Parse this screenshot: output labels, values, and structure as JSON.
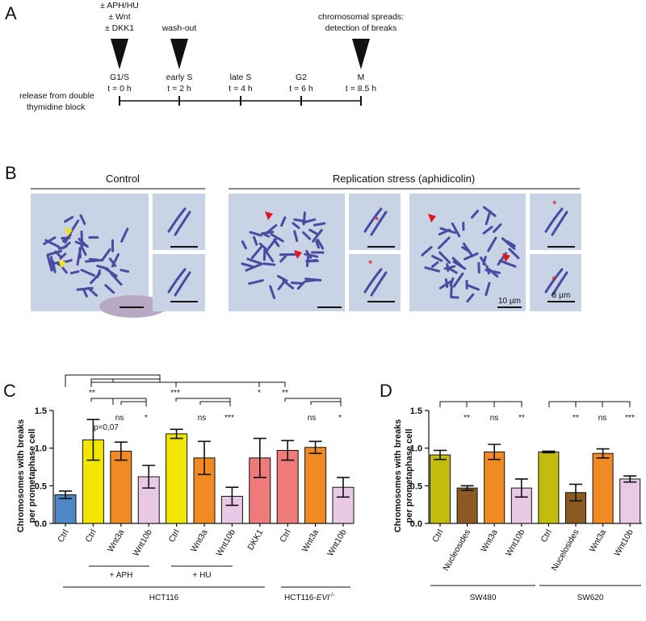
{
  "panel_a": {
    "label": "A",
    "treatments": [
      "± APH/HU",
      "± Wnt",
      "± DKK1"
    ],
    "washout": "wash-out",
    "spreads_line1": "chromosomal spreads:",
    "spreads_line2": "detection of breaks",
    "release_line1": "release from double",
    "release_line2": "thymidine block",
    "phases": [
      {
        "name": "G1/S",
        "time": "t = 0 h"
      },
      {
        "name": "early S",
        "time": "t = 2 h"
      },
      {
        "name": "late S",
        "time": "t = 4 h"
      },
      {
        "name": "G2",
        "time": "t = 6 h"
      },
      {
        "name": "M",
        "time": "t = 8.5 h"
      }
    ]
  },
  "panel_b": {
    "label": "B",
    "control_title": "Control",
    "stress_title": "Replication stress (aphidicolin)",
    "scale_large": "10 µm",
    "scale_small": "5 µm",
    "marker_colors": {
      "control": "#f2e21a",
      "break": "#e0161b"
    }
  },
  "panel_c": {
    "label": "C",
    "ylabel_line1": "Chromosomes with breaks",
    "ylabel_line2": "per prometaphase cell",
    "annot_p": "p=0,07",
    "sig": {
      "aph_top": "**",
      "hu_top": "***",
      "dkk": "*",
      "evi_top": "**",
      "aph_wnt3a": "ns",
      "aph_wnt10b": "*",
      "hu_wnt3a": "ns",
      "hu_wnt10b": "***",
      "evi_wnt3a": "ns",
      "evi_wnt10b": "*"
    },
    "group_aph": "+ APH",
    "group_hu": "+ HU",
    "group_hct": "HCT116",
    "group_evi": "HCT116-EVI",
    "group_evi_base": "HCT116-",
    "group_evi_italic": "EVI",
    "group_evi_sup": "-/-"
  },
  "panel_d": {
    "label": "D",
    "ylabel_line1": "Chromosomes with breaks",
    "ylabel_line2": "per prometaphase cell",
    "sig": [
      "**",
      "ns",
      "**",
      "**",
      "ns",
      "***"
    ],
    "group_sw480": "SW480",
    "group_sw620": "SW620"
  },
  "chart_data": [
    {
      "type": "bar",
      "panel": "C",
      "categories": [
        "Ctrl",
        "Ctrl",
        "Wnt3a",
        "Wnt10b",
        "Ctrl",
        "Wnt3a",
        "Wnt10b",
        "DKK1",
        "Ctrl",
        "Wnt3a",
        "Wnt10b"
      ],
      "values": [
        0.38,
        1.11,
        0.96,
        0.62,
        1.19,
        0.87,
        0.36,
        0.87,
        0.97,
        1.01,
        0.48
      ],
      "errors": [
        0.05,
        0.27,
        0.12,
        0.15,
        0.06,
        0.22,
        0.12,
        0.26,
        0.13,
        0.08,
        0.13
      ],
      "colors": [
        "#4f86c6",
        "#f2e600",
        "#f28a24",
        "#e8c9e6",
        "#f2e600",
        "#f28a24",
        "#e8c9e6",
        "#ef7a7a",
        "#ef7a7a",
        "#f28a24",
        "#e8c9e6"
      ],
      "ylabel": "Chromosomes with breaks per prometaphase cell",
      "ylim": [
        0,
        1.5
      ],
      "yticks": [
        "0.0",
        "0.5",
        "1.0",
        "1.5"
      ]
    },
    {
      "type": "bar",
      "panel": "D",
      "categories": [
        "Ctrl",
        "Nucleosides",
        "Wnt3a",
        "Wnt10b",
        "Ctrl",
        "Nucelosides",
        "Wnt3a",
        "Wnt10b"
      ],
      "values": [
        0.91,
        0.47,
        0.95,
        0.47,
        0.95,
        0.41,
        0.93,
        0.59
      ],
      "errors": [
        0.06,
        0.03,
        0.1,
        0.12,
        0.01,
        0.11,
        0.06,
        0.04
      ],
      "colors": [
        "#c2bd0c",
        "#8e5a24",
        "#f28a24",
        "#e8c9e6",
        "#c2bd0c",
        "#8e5a24",
        "#f28a24",
        "#e8c9e6"
      ],
      "ylabel": "Chromosomes with breaks per prometaphase cell",
      "ylim": [
        0,
        1.5
      ],
      "yticks": [
        "0.0",
        "0.5",
        "1.0",
        "1.5"
      ]
    }
  ]
}
